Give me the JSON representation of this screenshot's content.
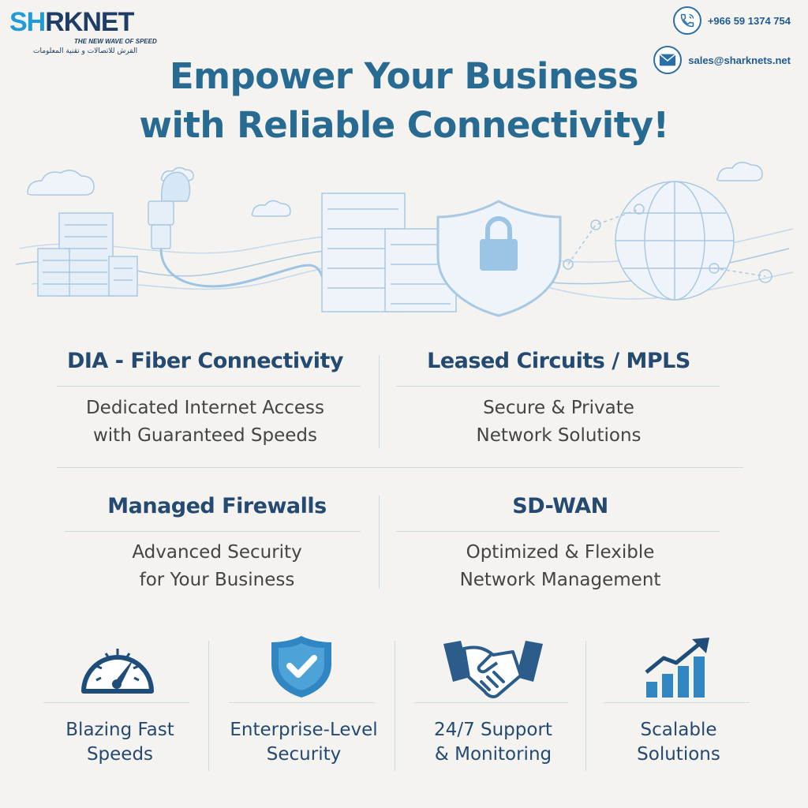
{
  "brand": {
    "name_part1": "SH",
    "name_part2": "RKNET",
    "tagline": "THE NEW WAVE OF SPEED",
    "arabic": "القرش للاتصالات و تقنية المعلومات"
  },
  "contact": {
    "phone": "+966 59 1374 754",
    "email": "sales@sharknets.net"
  },
  "headline": {
    "line1": "Empower Your Business",
    "line2": "with Reliable Connectivity!"
  },
  "services": [
    {
      "title": "DIA - Fiber Connectivity",
      "desc1": "Dedicated Internet Access",
      "desc2": "with Guaranteed Speeds"
    },
    {
      "title": "Leased Circuits / MPLS",
      "desc1": "Secure & Private",
      "desc2": "Network Solutions"
    },
    {
      "title": "Managed Firewalls",
      "desc1": "Advanced Security",
      "desc2": "for Your Business"
    },
    {
      "title": "SD-WAN",
      "desc1": "Optimized & Flexible",
      "desc2": "Network Management"
    }
  ],
  "features": [
    {
      "line1": "Blazing Fast",
      "line2": "Speeds",
      "icon": "speedometer-icon"
    },
    {
      "line1": "Enterprise-Level",
      "line2": "Security",
      "icon": "shield-check-icon"
    },
    {
      "line1": "24/7 Support",
      "line2": "& Monitoring",
      "icon": "handshake-icon"
    },
    {
      "line1": "Scalable",
      "line2": "Solutions",
      "icon": "growth-chart-icon"
    }
  ],
  "colors": {
    "accent": "#276a92",
    "navy": "#244a72",
    "light_blue": "#9cc4e4",
    "background": "#f4f3f0"
  }
}
